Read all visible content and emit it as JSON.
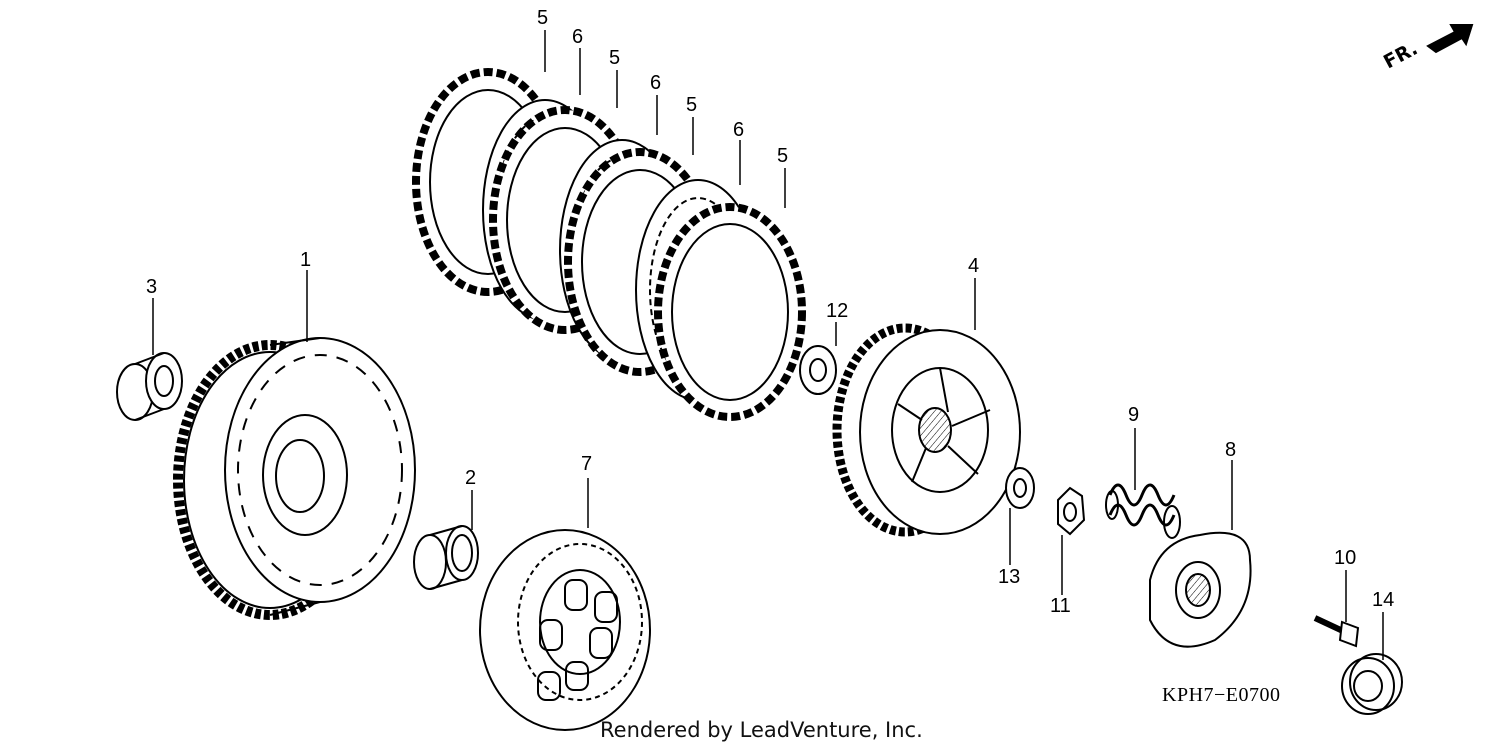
{
  "diagram": {
    "code": "KPH7−E0700",
    "watermark": "Rendered by LeadVenture, Inc.",
    "direction_label": "FR.",
    "callouts": [
      {
        "id": "c1",
        "text": "1"
      },
      {
        "id": "c2",
        "text": "2"
      },
      {
        "id": "c3",
        "text": "3"
      },
      {
        "id": "c4",
        "text": "4"
      },
      {
        "id": "c5a",
        "text": "5"
      },
      {
        "id": "c5b",
        "text": "5"
      },
      {
        "id": "c5c",
        "text": "5"
      },
      {
        "id": "c5d",
        "text": "5"
      },
      {
        "id": "c6a",
        "text": "6"
      },
      {
        "id": "c6b",
        "text": "6"
      },
      {
        "id": "c6c",
        "text": "6"
      },
      {
        "id": "c7",
        "text": "7"
      },
      {
        "id": "c8",
        "text": "8"
      },
      {
        "id": "c9",
        "text": "9"
      },
      {
        "id": "c10",
        "text": "10"
      },
      {
        "id": "c11",
        "text": "11"
      },
      {
        "id": "c12",
        "text": "12"
      },
      {
        "id": "c13",
        "text": "13"
      },
      {
        "id": "c14",
        "text": "14"
      }
    ]
  }
}
